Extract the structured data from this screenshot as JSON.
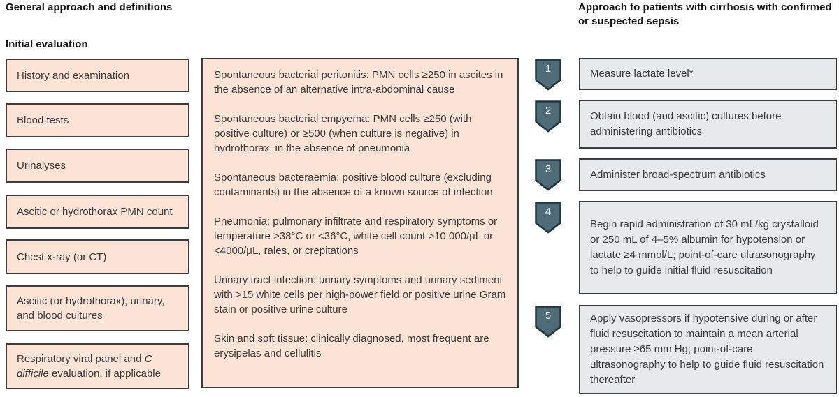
{
  "colors": {
    "evaluation_box_fill": "#fbe4d5",
    "box_border": "#3c3c3c",
    "step_box_fill": "#e6eaec",
    "step_badge_fill": "#4e6c78",
    "step_badge_border": "#22343c",
    "text": "#3a3a3a"
  },
  "left": {
    "title": "General approach and definitions",
    "subtitle": "Initial evaluation",
    "boxes": [
      {
        "text": "History and examination"
      },
      {
        "text": "Blood tests"
      },
      {
        "text": "Urinalyses"
      },
      {
        "text": "Ascitic or hydrothorax PMN count"
      },
      {
        "text": "Chest x-ray (or CT)"
      },
      {
        "text": "Ascitic (or hydrothorax), urinary, and blood cultures"
      },
      {
        "line1": "Respiratory viral panel and",
        "italic": "C difficile",
        "rest": "evaluation, if applicable"
      }
    ]
  },
  "definitions": [
    {
      "text": "Spontaneous bacterial peritonitis: PMN cells ≥250 in ascites in the absence of an alternative intra-abdominal cause"
    },
    {
      "text": "Spontaneous bacterial empyema: PMN cells ≥250 (with positive culture) or ≥500 (when culture is negative) in hydrothorax, in the absence of pneumonia"
    },
    {
      "text": "Spontaneous bacteraemia: positive blood culture (excluding contaminants) in the absence of a known source of infection"
    },
    {
      "text": "Pneumonia: pulmonary infiltrate and respiratory symptoms or temperature >38°C or <36°C, white cell count >10 000/μL or <4000/μL, rales, or crepitations"
    },
    {
      "text": "Urinary tract infection: urinary symptoms and urinary sediment with >15 white cells per high-power field or positive urine Gram stain or positive urine culture"
    },
    {
      "text": "Skin and soft tissue: clinically diagnosed, most frequent are erysipelas and cellulitis"
    }
  ],
  "right": {
    "title": "Approach to patients with cirrhosis with confirmed or suspected sepsis",
    "steps": [
      {
        "number": "1",
        "text": "Measure lactate level*"
      },
      {
        "number": "2",
        "text": "Obtain blood (and ascitic) cultures before administering antibiotics"
      },
      {
        "number": "3",
        "text": "Administer broad-spectrum antibiotics"
      },
      {
        "number": "4",
        "text": "Begin rapid administration of 30 mL/kg crystalloid or 250 mL of 4–5% albumin for hypotension or lactate ≥4 mmol/L; point-of-care ultrasonography to help to guide initial fluid resuscitation"
      },
      {
        "number": "5",
        "text": "Apply vasopressors if hypotensive during or after fluid resuscitation to maintain a mean arterial pressure ≥65 mm Hg; point-of-care ultrasonography to help to guide fluid resuscitation thereafter"
      }
    ]
  }
}
